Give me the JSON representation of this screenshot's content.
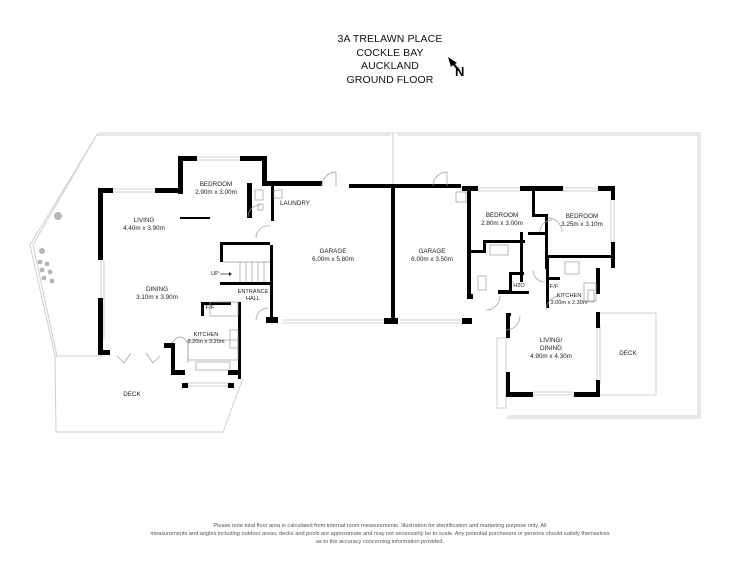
{
  "header": {
    "address_line1": "3A TRELAWN PLACE",
    "address_line2": "COCKLE BAY",
    "address_line3": "AUCKLAND",
    "floor": "GROUND FLOOR"
  },
  "compass": {
    "label": "N",
    "icon": "north-arrow-icon"
  },
  "rooms": {
    "bedroom1": {
      "name": "BEDROOM",
      "size": "2.90m x 3.00m"
    },
    "living": {
      "name": "LIVING",
      "size": "4.40m x 3.90m"
    },
    "dining": {
      "name": "DINING",
      "size": "3.10m x 3.90m"
    },
    "kitchen1": {
      "name": "KITCHEN",
      "size": "3.20m x 3.20m",
      "fridge": "F/F"
    },
    "laundry": {
      "name": "LAUNDRY"
    },
    "entrance": {
      "name1": "ENTRANCE",
      "name2": "HALL"
    },
    "stairs": {
      "label": "UP"
    },
    "garage1": {
      "name": "GARAGE",
      "size": "6.00m x 5.80m"
    },
    "garage2": {
      "name": "GARAGE",
      "size": "6.00m x 3.50m"
    },
    "bedroom2": {
      "name": "BEDROOM",
      "size": "2.80m x 3.00m"
    },
    "bedroom3": {
      "name": "BEDROOM",
      "size": "3.25m x 3.10m"
    },
    "h2o": {
      "name": "H2O"
    },
    "kitchen2": {
      "name": "KITCHEN",
      "size": "3.00m x 2.30m",
      "fridge": "F/F"
    },
    "living_dining": {
      "name1": "LIVING/",
      "name2": "DINING",
      "size": "4.90m x 4.30m"
    },
    "deck_left": {
      "name": "DECK"
    },
    "deck_right": {
      "name": "DECK"
    }
  },
  "footer": {
    "line1": "Please note total floor area is calculated from internal room measurements. Illustration for identification and marketing purpose only. All",
    "line2": "measurements and angles including outdoor areas, decks and pools are approximate and may not necessarily be to scale. Any potential purchasers or persons should satisfy themselves",
    "line3": "as to the accuracy concerning information provided."
  },
  "colors": {
    "wall": "#000000",
    "outline": "#c8c8c8",
    "text": "#222222",
    "footer_text": "#555555"
  }
}
